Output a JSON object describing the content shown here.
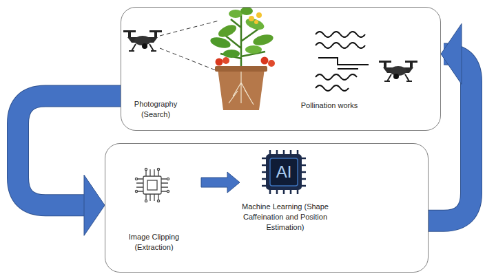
{
  "diagram": {
    "nodes": [
      {
        "text": [
          "Photography (Search)",
          "Pollination works"
        ]
      },
      {
        "text": [
          "Image Clipping (Extraction)",
          "Machine Learning (Shape Caffeination and Position Estimation)"
        ]
      }
    ],
    "edges": [
      {
        "from": 0,
        "to": 1,
        "arrow": "to"
      },
      {
        "from": 1,
        "to": 0,
        "arrow": "to"
      }
    ],
    "labels": [
      "AI"
    ]
  }
}
